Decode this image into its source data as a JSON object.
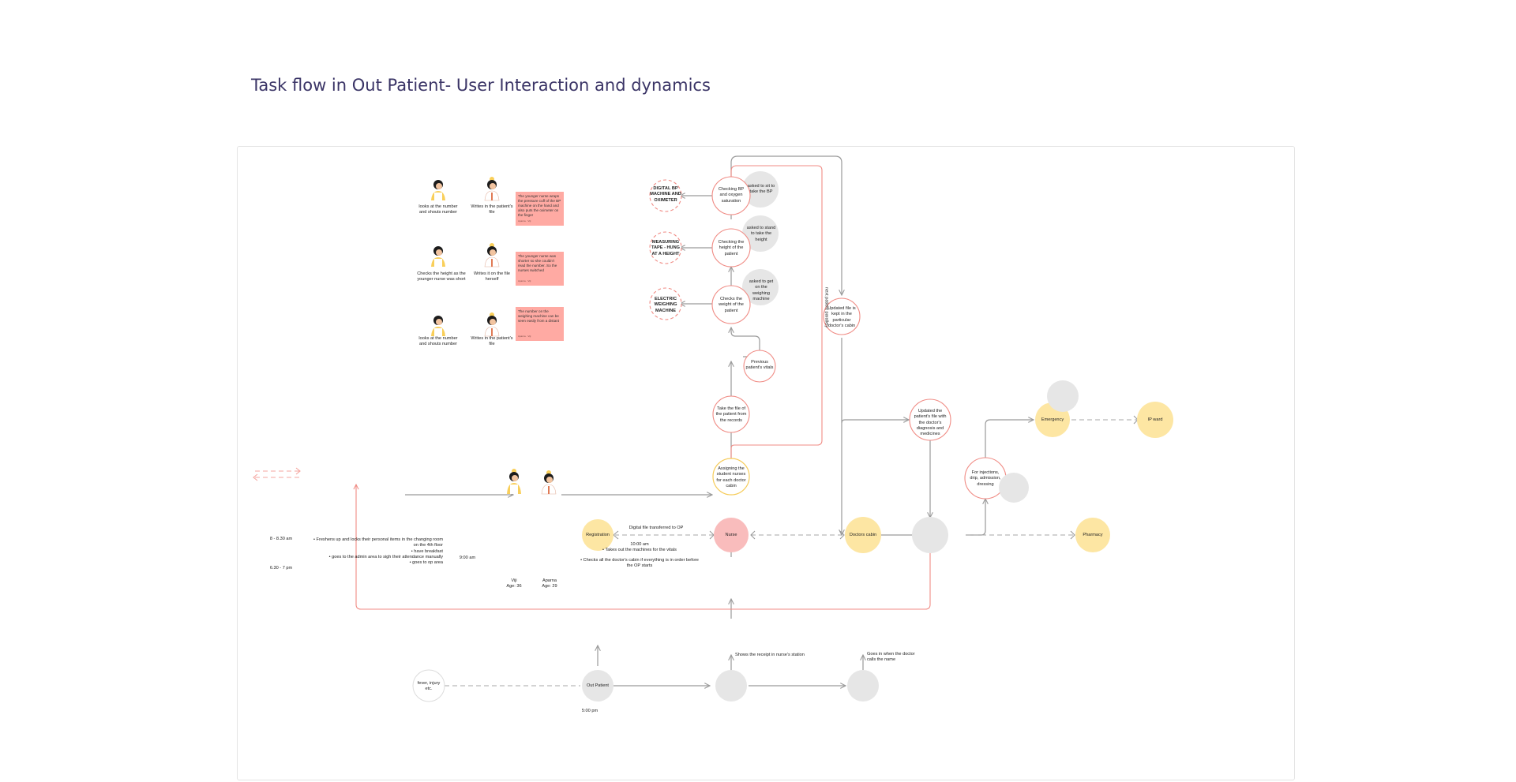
{
  "title": "Task flow in Out Patient- User Interaction and dynamics",
  "colors": {
    "accent_red": "#f08b84",
    "yellow": "#fde6a3",
    "grey": "#e6e6e6",
    "pink": "#f9bcbc",
    "note": "#ffaaa3",
    "arrow": "#9a9a9a",
    "title": "#3a3466"
  },
  "timeline": {
    "morning": "8 - 8.30 am",
    "evening": "6.30 - 7 pm",
    "routine": [
      "• Freshens up and locks their personal items in the changing room",
      "on the 4th floor",
      "• have breakfast",
      "• goes to the admin area to sigh their attendance manually",
      "• goes to op area"
    ],
    "time_9": "9:00 am",
    "time_5pm": "5:00 pm"
  },
  "persons": [
    {
      "name": "Viji",
      "age": "Age: 36"
    },
    {
      "name": "Aparna",
      "age": "Age: 29"
    }
  ],
  "ten_am": {
    "time": "10:00 am",
    "lines": [
      "• Takes out the machines for the vitals",
      "• Checks all the doctor's cabin if everything is in order before",
      "the OP starts"
    ]
  },
  "nodes": {
    "assign": "Assigning the student nurses for each doctor cabin",
    "takefile": "Take the file of the patient from the records",
    "prev_vitals": "Previous patient's vitals",
    "weight": "Checks the weight of the patient",
    "height": "Checking the height of the patient",
    "bp": "Checking BP and oxygen saturation",
    "ask_weight": "asked to get on the weighing machine",
    "ask_height": "asked to stand to take the height",
    "ask_bp": "asked to sit to take the BP",
    "electric": "ELECTRIC WEIGHING MACHINE",
    "tape": "MEASURING TAPE - HUNG AT A HEIGHT",
    "digital_bp": "DIGITAL BP MACHINE AND OXIMETER",
    "file_kept": "Updated file is kept in the particular doctor's cabin",
    "updated_file": "Updated the patient's file with the doctor's diagnosis and medicines",
    "injections": "For injections, drip, admission, dressing",
    "emergency": "Emergency",
    "ipward": "IP ward",
    "pharmacy": "Pharmacy",
    "registration": "Registration",
    "nurse": "Nurse",
    "doctors_cabin": "Doctors cabin",
    "outpatient": "Out Patient",
    "fever": "fever, injury etc."
  },
  "edge_labels": {
    "digital_file": "Digital file transferred to OP",
    "receipt": "Shows the receipt in nurse's station",
    "goes_in": "Goes in when the doctor calls the name",
    "next_patient": "next patient parallely"
  },
  "notes": {
    "bp_note": "The younger nurse wraps the pressure cuff of the BP machine on the hand and also puts the oximeter on the finger",
    "height_note": "The younger nurse was shorter so she couldn't read the number. So the nurses switched",
    "weight_note": "The number on the weighing machine can be seen easily from a distant"
  },
  "note_sub": "Aparna · Viji",
  "observations": {
    "bp_older": "looks at the number and shouts number",
    "bp_younger": "Writes in the patient's file",
    "height_older": "Checks the height as the younger nurse was short",
    "height_younger": "Writes it on the file herself",
    "weight_older": "looks at the number and shouts number",
    "weight_younger": "Writes in the patient's file"
  }
}
